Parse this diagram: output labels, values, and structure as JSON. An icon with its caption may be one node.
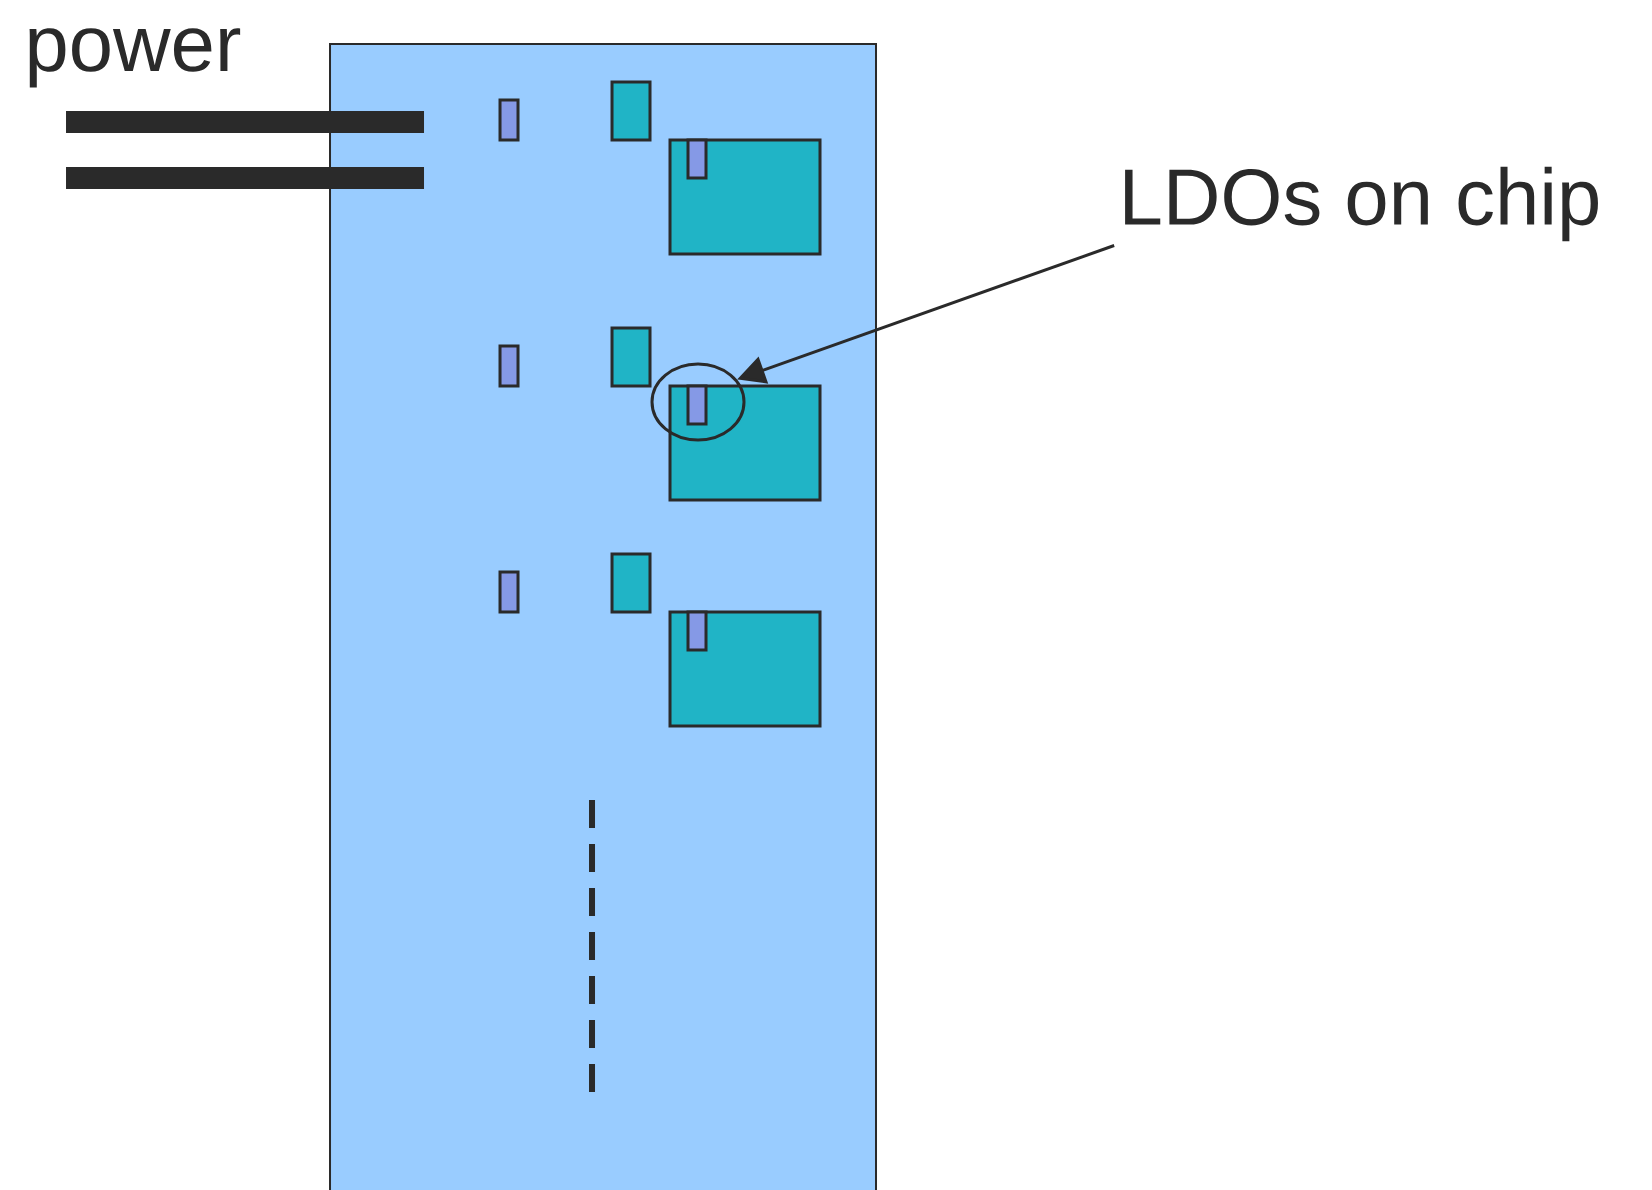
{
  "diagram": {
    "nodes": [
      {
        "text": [
          "LDOs on chip"
        ]
      },
      {
        "text": [],
        "shape": "circle"
      }
    ],
    "edges": [
      {
        "from": 0,
        "to": 1,
        "arrow": "to"
      }
    ],
    "labels": [
      "power"
    ]
  }
}
